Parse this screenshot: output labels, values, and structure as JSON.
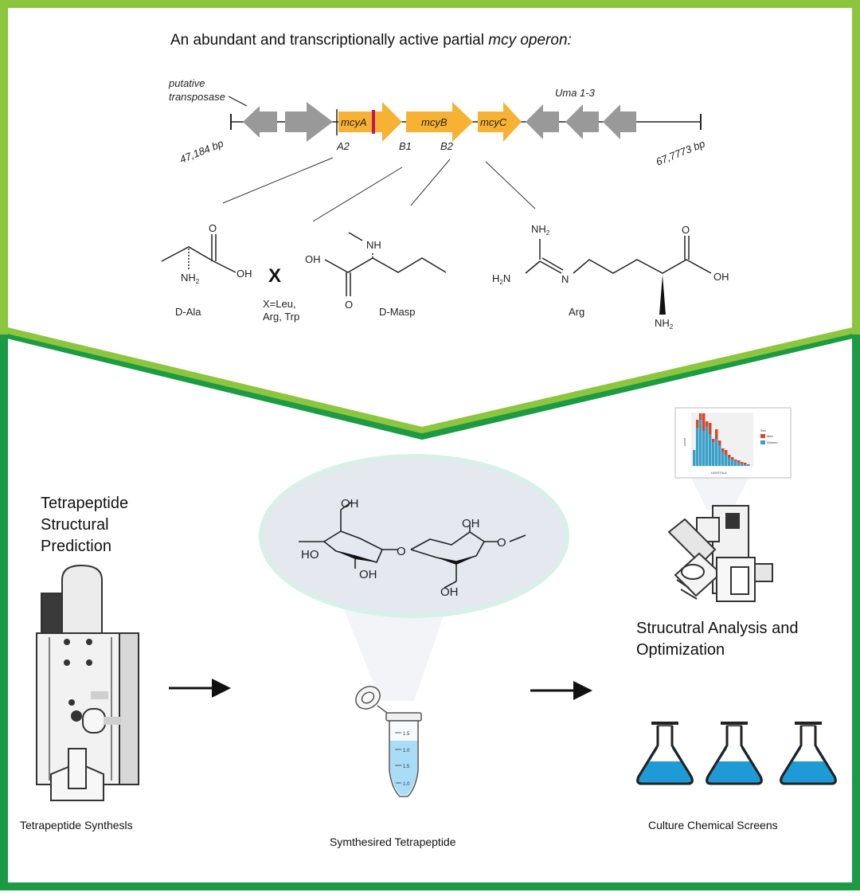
{
  "top_panel": {
    "title_prefix": "An abundant and transcriptionally active partial ",
    "title_italic": "mcy operon:",
    "operon": {
      "putative_line1": "putative",
      "putative_line2": "transposase",
      "left_coord": "47,184 bp",
      "right_coord": "67,7773 bp",
      "uma_label": "Uma 1-3",
      "genes": {
        "mcyA": "mcyA",
        "mcyB": "mcyB",
        "mcyC": "mcyC"
      },
      "domains": {
        "A2": "A2",
        "B1": "B1",
        "B2": "B2"
      }
    },
    "molecules": {
      "dala": {
        "name": "D-Ala",
        "O": "O",
        "OH": "OH",
        "NH2_N": "NH",
        "NH2_sub": "2"
      },
      "x": {
        "symbol": "X",
        "line1": "X=Leu,",
        "line2": "Arg, Trp"
      },
      "dmasp": {
        "name": "D-Masp",
        "NH": "NH",
        "OH": "OH",
        "O": "O"
      },
      "arg": {
        "name": "Arg",
        "NH2_top": "NH",
        "NH2_top_sub": "2",
        "H2N_H": "H",
        "H2N_sub": "2",
        "H2N_N": "N",
        "N": "N",
        "O": "O",
        "OH": "OH",
        "NH2_bot": "NH",
        "NH2_bot_sub": "2"
      }
    }
  },
  "bottom_panel": {
    "structural_prediction": {
      "line1": "Tetrapeptide",
      "line2": "Structural",
      "line3": "Prediction"
    },
    "synthesis_label": "Tetrapeptide Synthesls",
    "synthesized_label": "Symthesired Tetrapeptide",
    "analysis": {
      "line1": "Strucutral Analysis and",
      "line2": "Optimization"
    },
    "screens_label": "Culture Chemical Screens",
    "sugar": {
      "OH1": "OH",
      "HO1": "HO",
      "OH2": "OH",
      "O_link": "O",
      "OH3": "OH",
      "O_methyl": "O",
      "OH4": "OH"
    },
    "tube_marks": [
      "1.5",
      "1.0",
      "1.5",
      "1.0"
    ],
    "histogram": {
      "ylabel": "count",
      "xlabel": "LBXST4LA",
      "legend_title": "Sex",
      "legend_items": [
        "Men",
        "Women"
      ],
      "series_colors": {
        "men": "#d9472b",
        "women": "#3aa0c8"
      }
    }
  },
  "colors": {
    "light_green": "#8cc63f",
    "dark_green": "#1c9a44",
    "gene_orange": "#f7b233",
    "gene_gray": "#999999",
    "domain_marker": "#c2185b",
    "flask_blue": "#1e9ad6",
    "sugar_bg": "#e6e8f0",
    "tube_blue": "#a9dcf6"
  }
}
